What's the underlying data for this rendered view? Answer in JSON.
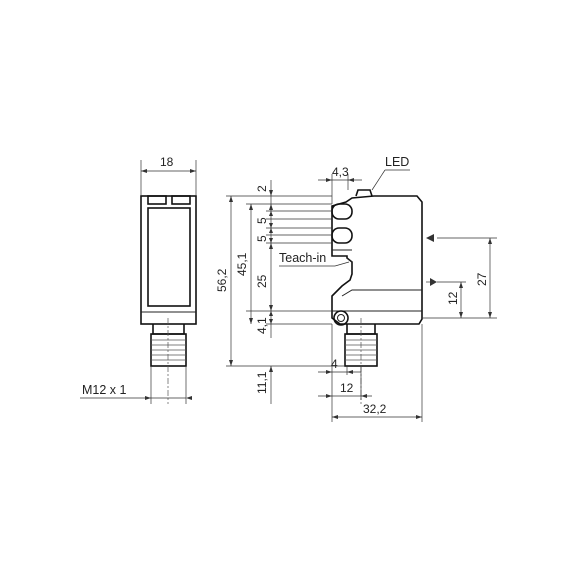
{
  "dimensions": {
    "width_front": "18",
    "led_offset": "4,3",
    "top_gap": "2",
    "lens_spacing_1": "5",
    "lens_spacing_2": "5",
    "overall_height": "56,2",
    "body_height": "45,1",
    "teach_in_height": "25",
    "bottom_offset": "4,1",
    "connector_length": "11,1",
    "connector_offset": "4",
    "connector_pitch": "12",
    "overall_depth": "32,2",
    "emitter_height": "27",
    "receiver_height": "12"
  },
  "labels": {
    "led": "LED",
    "teach_in": "Teach-in",
    "thread": "M12 x 1"
  },
  "colors": {
    "line": "#222222",
    "background": "#ffffff"
  }
}
